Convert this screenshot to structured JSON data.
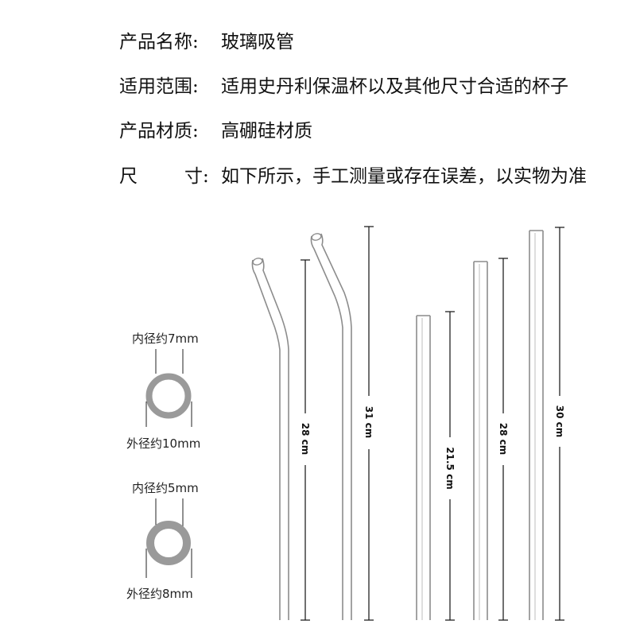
{
  "specs": [
    {
      "label": "产品名称:",
      "value": "玻璃吸管"
    },
    {
      "label": "适用范围:",
      "value": "适用史丹利保温杯以及其他尺寸合适的杯子"
    },
    {
      "label": "产品材质:",
      "value": "高硼硅材质"
    },
    {
      "label_left": "尺",
      "label_right": "寸:",
      "value": "如下所示，手工测量或存在误差，以实物为准"
    }
  ],
  "rings": [
    {
      "inner_label": "内径约7mm",
      "outer_label": "外径约10mm"
    },
    {
      "inner_label": "内径约5mm",
      "outer_label": "外径约8mm"
    }
  ],
  "straws": [
    {
      "shape": "bent",
      "length_label": "28 cm"
    },
    {
      "shape": "bent",
      "length_label": "31 cm"
    },
    {
      "shape": "straight",
      "length_label": "21.5 cm"
    },
    {
      "shape": "straight",
      "length_label": "28 cm"
    },
    {
      "shape": "straight",
      "length_label": "30 cm"
    }
  ],
  "colors": {
    "glass": "#8c8c8c",
    "ring": "#9a9a9a",
    "dimension_line": "#111111"
  }
}
